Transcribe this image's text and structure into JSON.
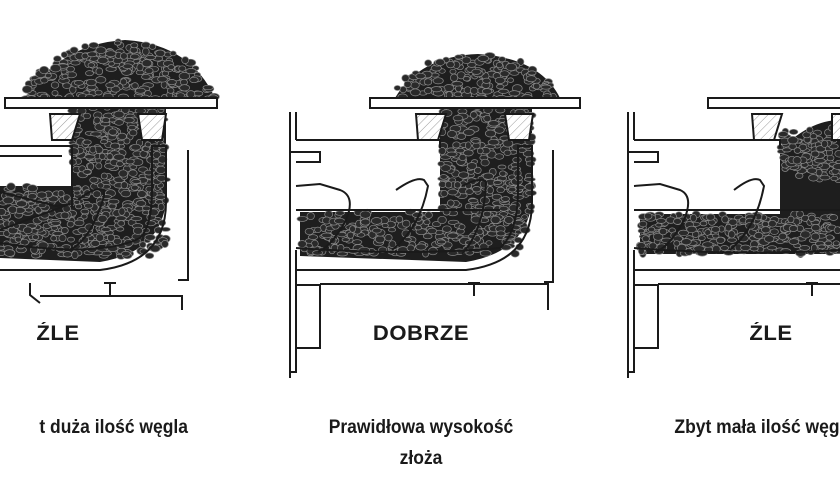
{
  "panels": [
    {
      "verdict": "ŹLE",
      "caption": "t duża ilość węgla"
    },
    {
      "verdict": "DOBRZE",
      "caption": "Prawidłowa wysokość\nzłoża"
    },
    {
      "verdict": "ŹLE",
      "caption": "Zbyt mała ilość węg"
    }
  ],
  "colors": {
    "line": "#1a1a1a",
    "coal": "#1e1e1e",
    "hatch": "#cfcfcf",
    "highlight": "#8a8a8a"
  }
}
